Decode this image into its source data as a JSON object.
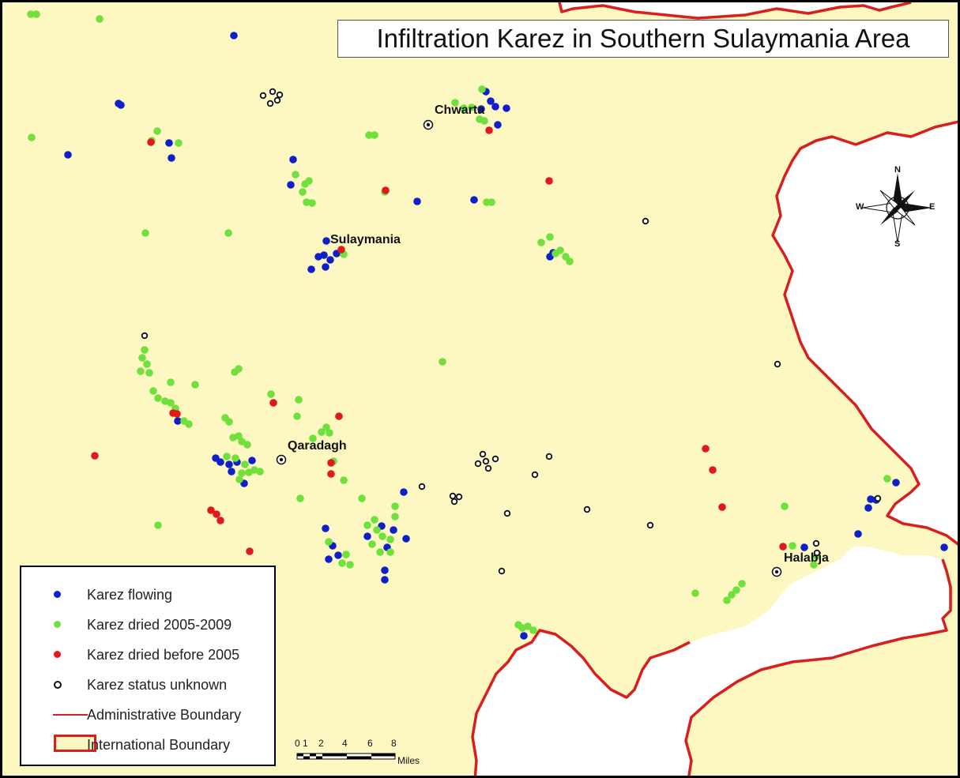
{
  "map": {
    "title": "Infiltration Karez in Southern Sulaymania Area",
    "colors": {
      "land": "#fdf7c1",
      "outside": "#ffffff",
      "boundary": "#d81e1e",
      "flowing": "#1020c8",
      "dried_2005_2009": "#6fe03c",
      "dried_before_2005": "#e01a1a",
      "unknown": "#111111"
    },
    "cities": [
      {
        "name": "Chwarta"
      },
      {
        "name": "Sulaymania"
      },
      {
        "name": "Qaradagh"
      },
      {
        "name": "Halabja"
      }
    ],
    "compass": {
      "n": "N",
      "s": "S",
      "e": "E",
      "w": "W"
    },
    "scale_bar": {
      "ticks": [
        "0",
        "1",
        "2",
        "4",
        "6",
        "8"
      ],
      "unit": "Miles"
    },
    "legend": {
      "items": [
        {
          "label": "Karez flowing",
          "symbol": "blue-dot"
        },
        {
          "label": "Karez dried 2005-2009",
          "symbol": "green-dot"
        },
        {
          "label": "Karez dried before 2005",
          "symbol": "red-dot"
        },
        {
          "label": "Karez status unknown",
          "symbol": "hollow-circle"
        },
        {
          "label": "Administrative Boundary",
          "symbol": "red-line"
        },
        {
          "label": "International Boundary",
          "symbol": "red-outlined-box"
        }
      ]
    }
  }
}
